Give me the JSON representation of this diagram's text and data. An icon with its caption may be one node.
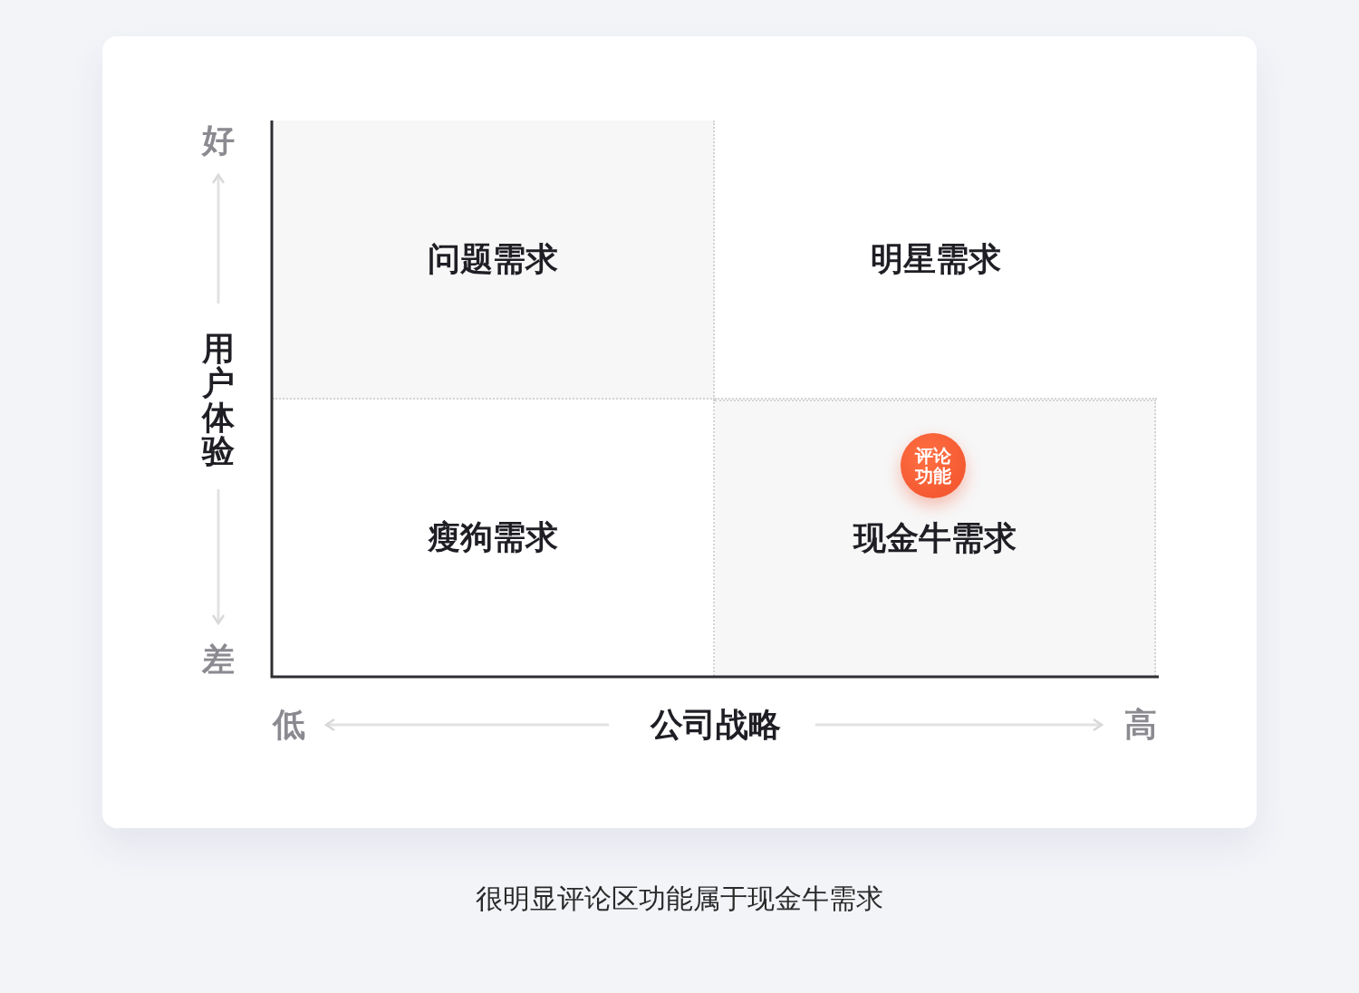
{
  "diagram": {
    "caption": "很明显评论区功能属于现金牛需求",
    "nodes": [
      {
        "text": [
          "问题需求"
        ]
      },
      {
        "text": [
          "明星需求"
        ]
      },
      {
        "text": [
          "瘦狗需求"
        ]
      },
      {
        "text": [
          "现金牛需求"
        ]
      },
      {
        "text": [
          "评论功能"
        ],
        "in": 3
      }
    ],
    "labels": [
      "好",
      "用户体验",
      "差",
      "低",
      "公司战略",
      "高"
    ]
  }
}
